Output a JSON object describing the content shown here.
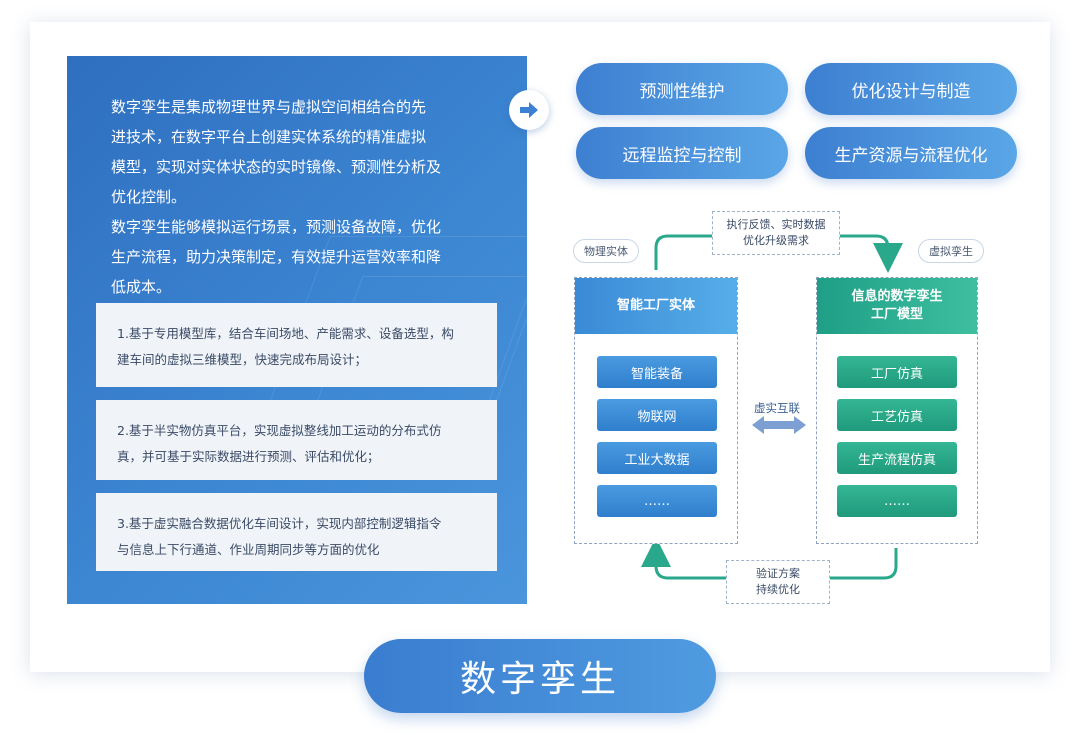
{
  "intro_lines": [
    "数字孪生是集成物理世界与虚拟空间相结合的先",
    "进技术，在数字平台上创建实体系统的精准虚拟",
    "模型，实现对实体状态的实时镜像、预测性分析及",
    "优化控制。",
    "数字孪生能够模拟运行场景，预测设备故障，优化",
    "生产流程，助力决策制定，有效提升运营效率和降",
    "低成本。"
  ],
  "notes": [
    {
      "line1": "1.基于专用模型库，结合车间场地、产能需求、设备选型，构",
      "line2": "建车间的虚拟三维模型，快速完成布局设计；"
    },
    {
      "line1": "2.基于半实物仿真平台，实现虚拟整线加工运动的分布式仿",
      "line2": "真，并可基于实际数据进行预测、评估和优化；"
    },
    {
      "line1": "3.基于虚实融合数据优化车间设计，实现内部控制逻辑指令",
      "line2": "与信息上下行通道、作业周期同步等方面的优化"
    }
  ],
  "pills": [
    "预测性维护",
    "优化设计与制造",
    "远程监控与控制",
    "生产资源与流程优化"
  ],
  "diagram": {
    "tag_physical": "物理实体",
    "tag_virtual": "虚拟孪生",
    "top_note": [
      "执行反馈、实时数据",
      "优化升级需求"
    ],
    "bottom_note": [
      "验证方案",
      "持续优化"
    ],
    "link_label": "虚实互联",
    "left": {
      "title": "智能工厂实体",
      "items": [
        "智能装备",
        "物联网",
        "工业大数据",
        "……"
      ]
    },
    "right": {
      "title_line1": "信息的数字孪生",
      "title_line2": "工厂模型",
      "items": [
        "工厂仿真",
        "工艺仿真",
        "生产流程仿真",
        "……"
      ]
    }
  },
  "footer_title": "数字孪生",
  "colors": {
    "primary_blue": "#3d7fd1",
    "accent_green": "#1e9f86",
    "arrow_teal": "#2aa88c"
  }
}
